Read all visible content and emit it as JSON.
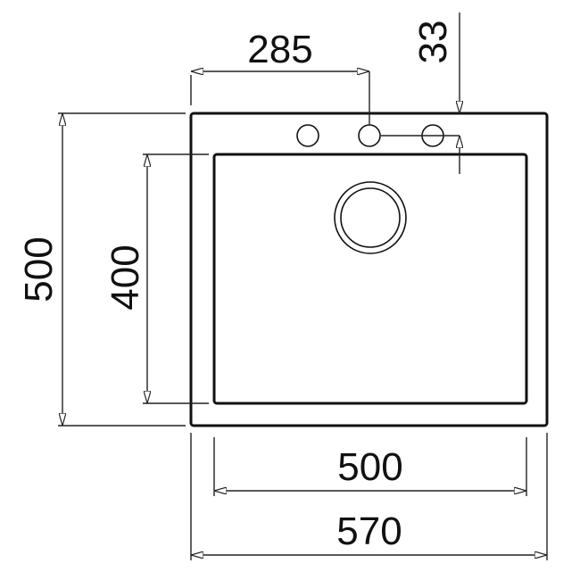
{
  "dimensions": {
    "top_hole_offset": "285",
    "hole_edge_offset": "33",
    "outer_height": "500",
    "inner_height": "400",
    "inner_width": "500",
    "outer_width": "570"
  }
}
